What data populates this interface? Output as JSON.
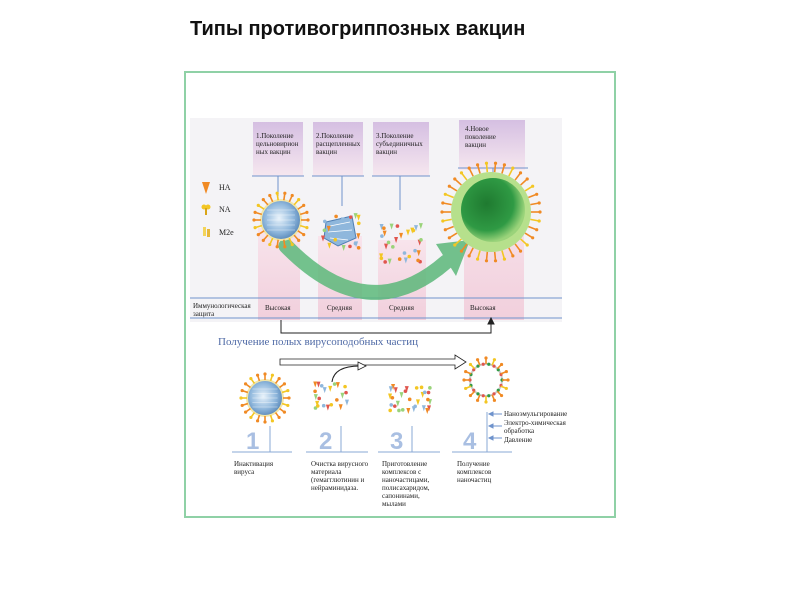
{
  "title": "Типы противогриппозных вакцин",
  "generations": [
    {
      "label": "1.Поколение цельновирионных вакцин"
    },
    {
      "label": "2.Поколение расщепленных вакцин"
    },
    {
      "label": "3.Поколение субъединичных вакцин"
    },
    {
      "label": "4.Новое поколение вакцин"
    }
  ],
  "legend": [
    {
      "label": "HA",
      "icon": "ha-spike-icon"
    },
    {
      "label": "NA",
      "icon": "na-spike-icon"
    },
    {
      "label": "M2e",
      "icon": "m2e-icon"
    }
  ],
  "protection": {
    "label": "Иммунологическая защита",
    "levels": [
      "Высокая",
      "Средняя",
      "Средняя",
      "Высокая"
    ]
  },
  "vlp_title": "Получение полых вирусоподобных частиц",
  "steps": [
    {
      "number": "1",
      "label": "Инактивация вируса"
    },
    {
      "number": "2",
      "label": "Очистка вирусного материала (гемагглютинин и нейраминидаза."
    },
    {
      "number": "3",
      "label": "Приготовление комплексов с наночастицами, полисахаридом, сапонинами, мылами"
    },
    {
      "number": "4",
      "label": "Получение комплексов наночастиц"
    }
  ],
  "methods": [
    "Наноэмульгирование",
    "Электро-химическая обработка",
    "Давление"
  ],
  "colors": {
    "frame": "#8fd1a6",
    "header_pink": "#dcc6e6",
    "column_pink": "#f5d9e4",
    "line_blue": "#6f93cc",
    "arrow_green": "#5cb87a",
    "number_blue": "#a9bfe2",
    "ha_orange": "#f08a24",
    "na_yellow": "#f3c623"
  }
}
